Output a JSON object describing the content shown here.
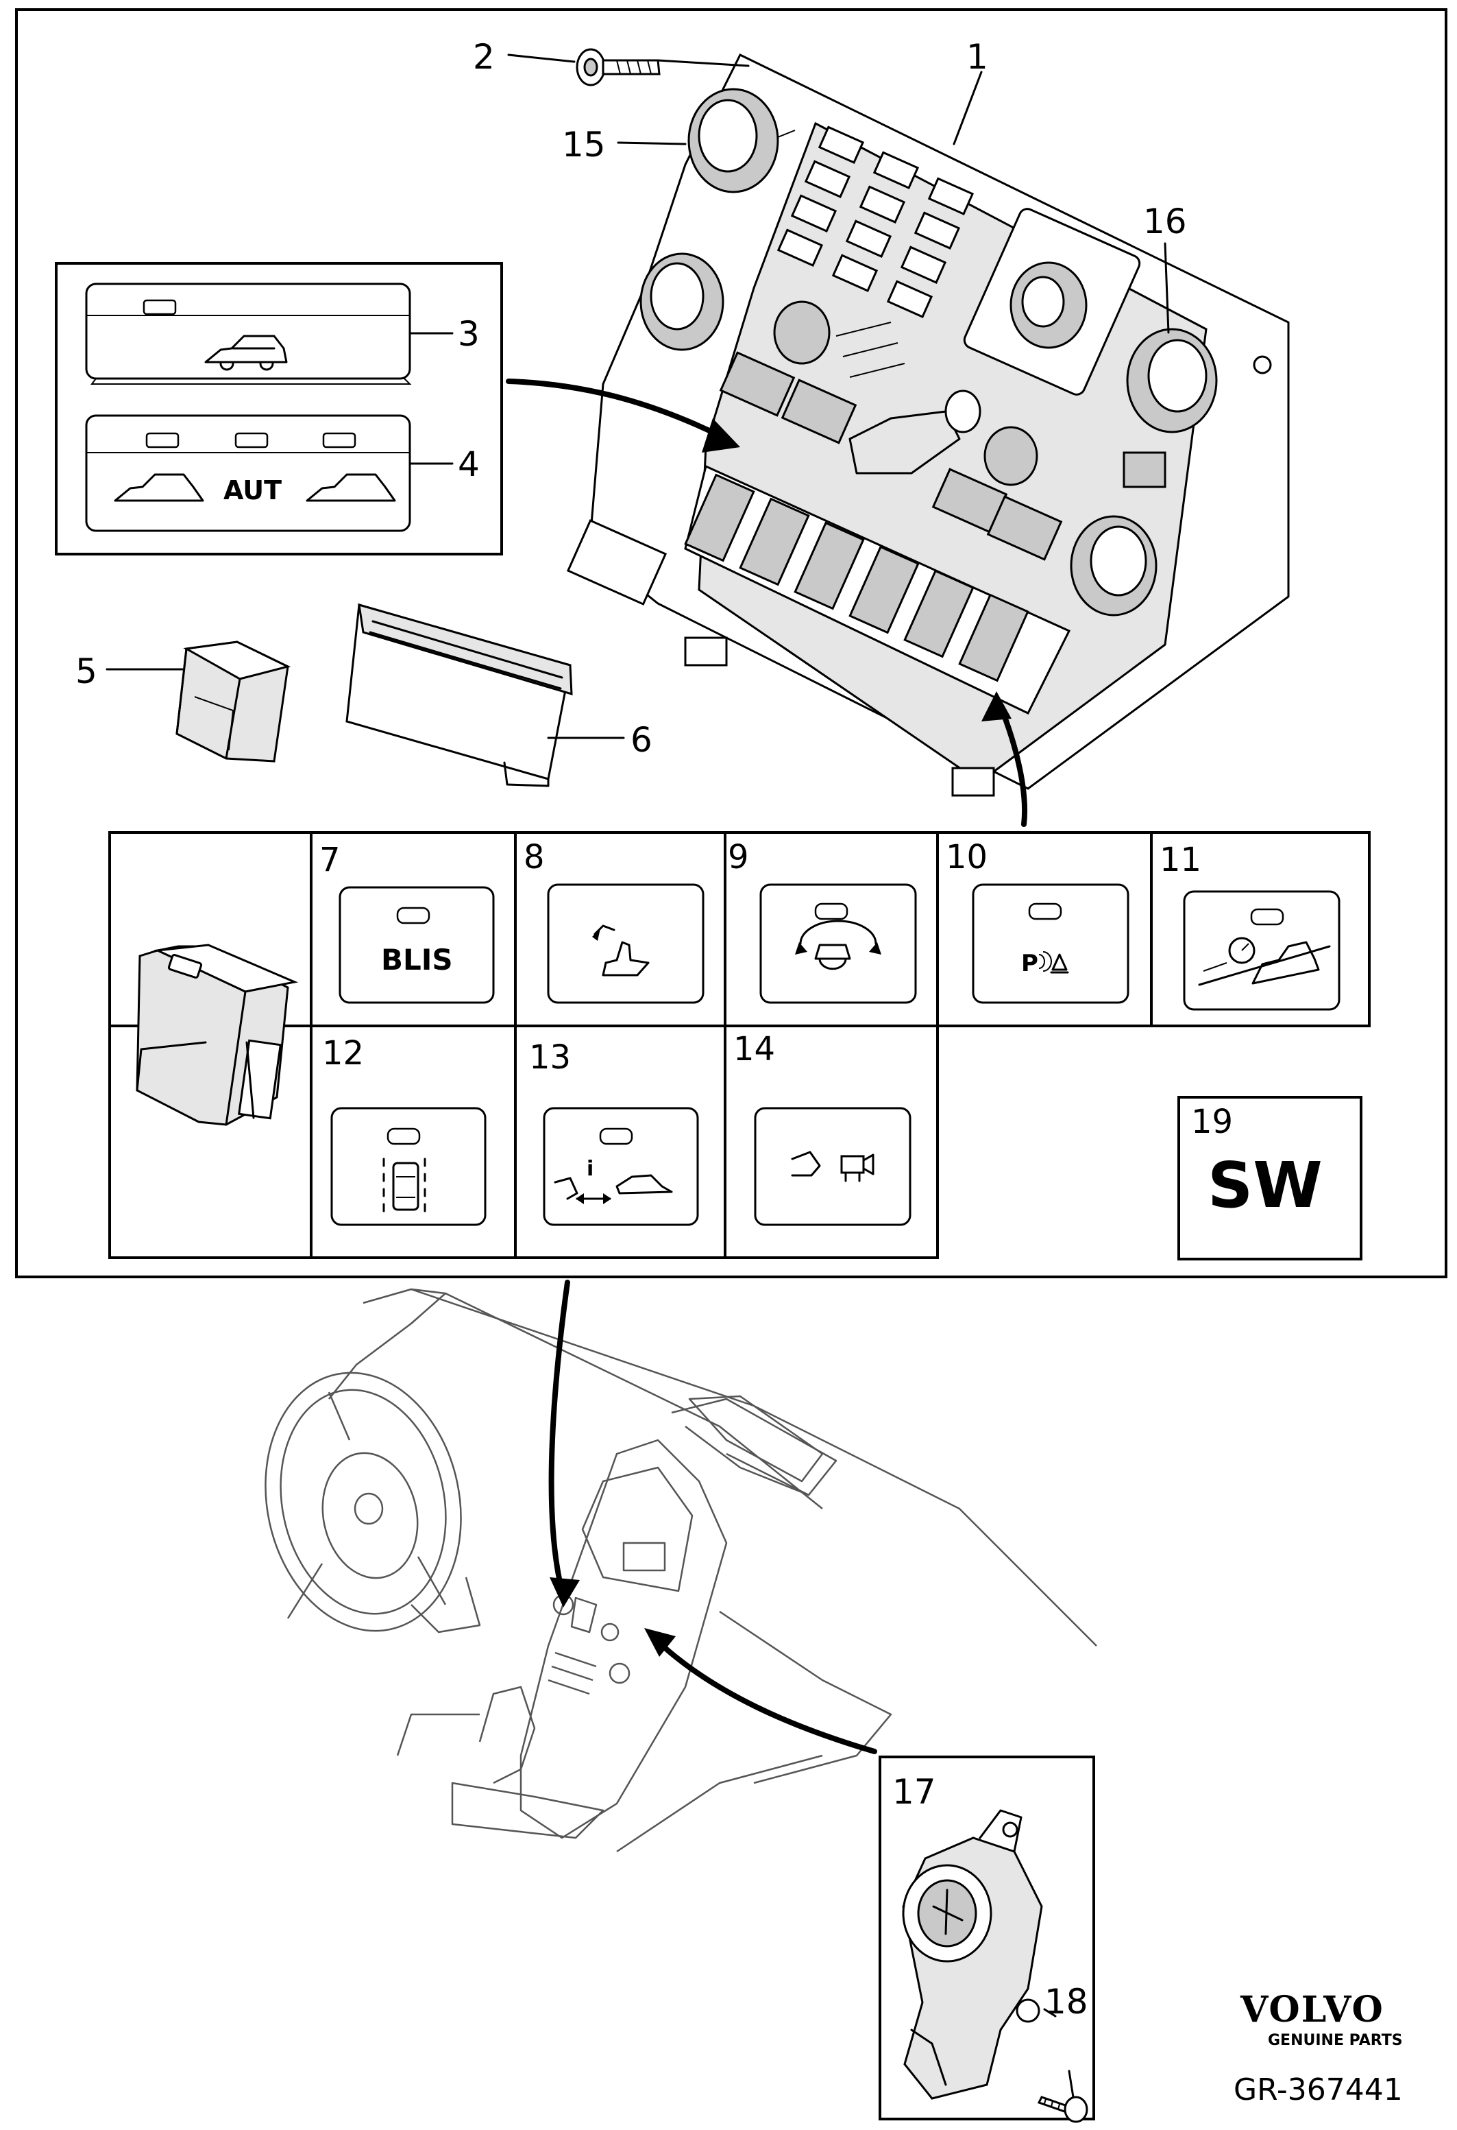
{
  "brand": {
    "logo_text": "VOLVO",
    "tagline": "GENUINE PARTS",
    "reference": "GR-367441"
  },
  "callouts": {
    "p1": "1",
    "p2": "2",
    "p3": "3",
    "p4": "4",
    "p5": "5",
    "p6": "6",
    "p15": "15",
    "p16": "16",
    "p17": "17",
    "p18": "18"
  },
  "button_grid": {
    "c7": {
      "num": "7",
      "label": "BLIS"
    },
    "c8": {
      "num": "8"
    },
    "c9": {
      "num": "9"
    },
    "c10": {
      "num": "10",
      "label": "P"
    },
    "c11": {
      "num": "11"
    },
    "c12": {
      "num": "12"
    },
    "c13": {
      "num": "13",
      "label": "i"
    },
    "c14": {
      "num": "14"
    }
  },
  "sw_box": {
    "num": "19",
    "label": "SW"
  },
  "inset_buttons": {
    "aut_label": "AUT"
  }
}
